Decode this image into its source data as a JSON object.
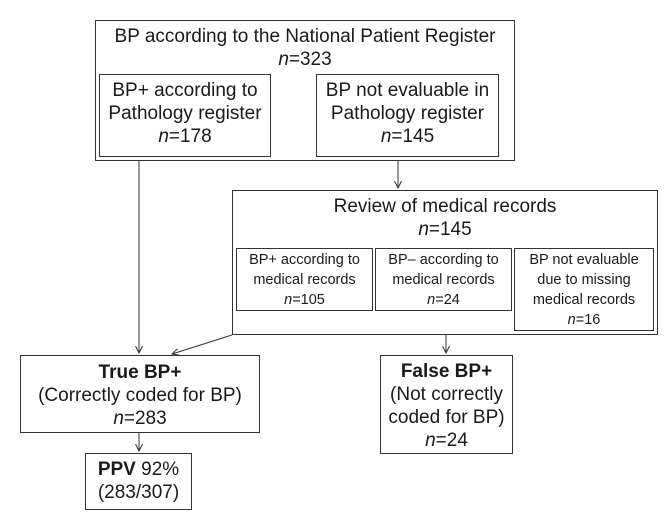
{
  "top": {
    "title": "BP according to the National Patient Register",
    "n_label": "n",
    "n_value": "=323",
    "left": {
      "line1": "BP+ according to",
      "line2": "Pathology register",
      "n_label": "n",
      "n_value": "=178"
    },
    "right": {
      "line1": "BP not evaluable in",
      "line2": "Pathology register",
      "n_label": "n",
      "n_value": "=145"
    }
  },
  "review": {
    "title": "Review of medical records",
    "n_label": "n",
    "n_value": "=145",
    "sub1": {
      "line1": "BP+ according to",
      "line2": "medical records",
      "n_label": "n",
      "n_value": "=105"
    },
    "sub2": {
      "line1": "BP– according to",
      "line2": "medical records",
      "n_label": "n",
      "n_value": "=24"
    },
    "sub3": {
      "line1": "BP not evaluable",
      "line2": "due to missing",
      "line3": "medical records",
      "n_label": "n",
      "n_value": "=16"
    }
  },
  "true_bp": {
    "title": "True BP+",
    "subtitle": "(Correctly coded for BP)",
    "n_label": "n",
    "n_value": "=283"
  },
  "false_bp": {
    "title": "False BP+",
    "line1": "(Not correctly",
    "line2": "coded for BP)",
    "n_label": "n",
    "n_value": "=24"
  },
  "ppv": {
    "label": "PPV",
    "value": " 92%",
    "fraction": "(283/307)"
  }
}
